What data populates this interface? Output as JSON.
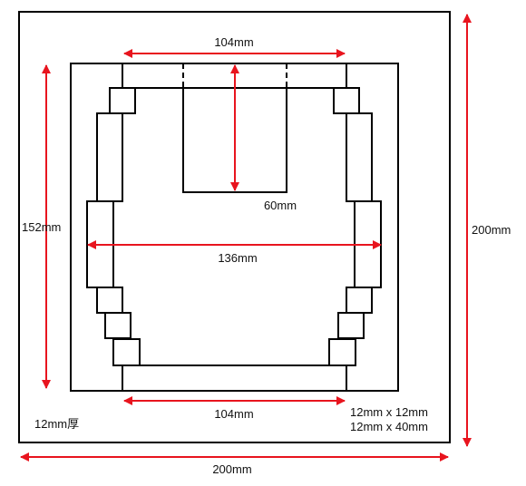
{
  "colors": {
    "line": "#000000",
    "dimension": "#e8141e",
    "text": "#111111",
    "background": "#ffffff"
  },
  "labels": {
    "top_width": "104mm",
    "slot_depth": "60mm",
    "inner_width": "136mm",
    "bottom_width": "104mm",
    "inner_height": "152mm",
    "outer_height": "200mm",
    "outer_width": "200mm",
    "thickness": "12mm厚",
    "block_small": "12mm x 12mm",
    "block_large": "12mm x 40mm"
  }
}
